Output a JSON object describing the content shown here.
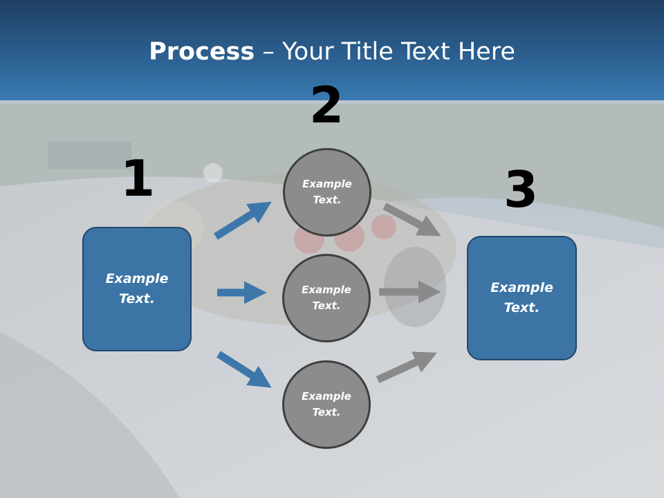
{
  "title": {
    "bold": "Process",
    "rest": " – Your Title Text Here"
  },
  "steps": [
    {
      "number": "1",
      "text": "Example\nText."
    },
    {
      "number": "2",
      "text": "Example\nText."
    },
    {
      "number": "3",
      "text": "Example\nText."
    }
  ],
  "circles": [
    {
      "text": "Example\nText."
    },
    {
      "text": "Example\nText."
    },
    {
      "text": "Example\nText."
    }
  ],
  "colors": {
    "header": "#2b5f8f",
    "box_fill": "#3c74a6",
    "circle_fill": "#8c8c8c",
    "blue_arrow": "#3d77aa",
    "gray_arrow": "#8a8a8a"
  }
}
